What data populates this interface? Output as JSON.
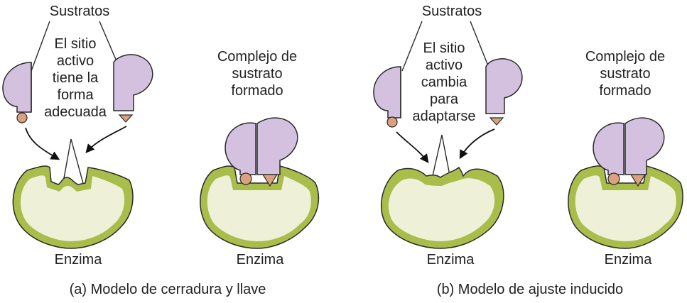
{
  "panels": {
    "a": {
      "substrates_label": "Sustratos",
      "active_site_lines": [
        "El sitio",
        "activo",
        "tiene la",
        "forma",
        "adecuada"
      ],
      "complex_lines": [
        "Complejo de",
        "sustrato",
        "formado"
      ],
      "enzyme_left": "Enzima",
      "enzyme_right": "Enzima",
      "caption": "(a) Modelo de cerradura y llave"
    },
    "b": {
      "substrates_label": "Sustratos",
      "active_site_lines": [
        "El sitio",
        "activo",
        "cambia",
        "para",
        "adaptarse"
      ],
      "complex_lines": [
        "Complejo de",
        "sustrato",
        "formado"
      ],
      "enzyme_left": "Enzima",
      "enzyme_right": "Enzima",
      "caption": "(b) Modelo de ajuste inducido"
    }
  },
  "colors": {
    "enzyme_outline": "#a8bd4a",
    "enzyme_fill": "#eef0d8",
    "substrate_fill": "#d4c1df",
    "substrate_tip": "#dba17e"
  }
}
